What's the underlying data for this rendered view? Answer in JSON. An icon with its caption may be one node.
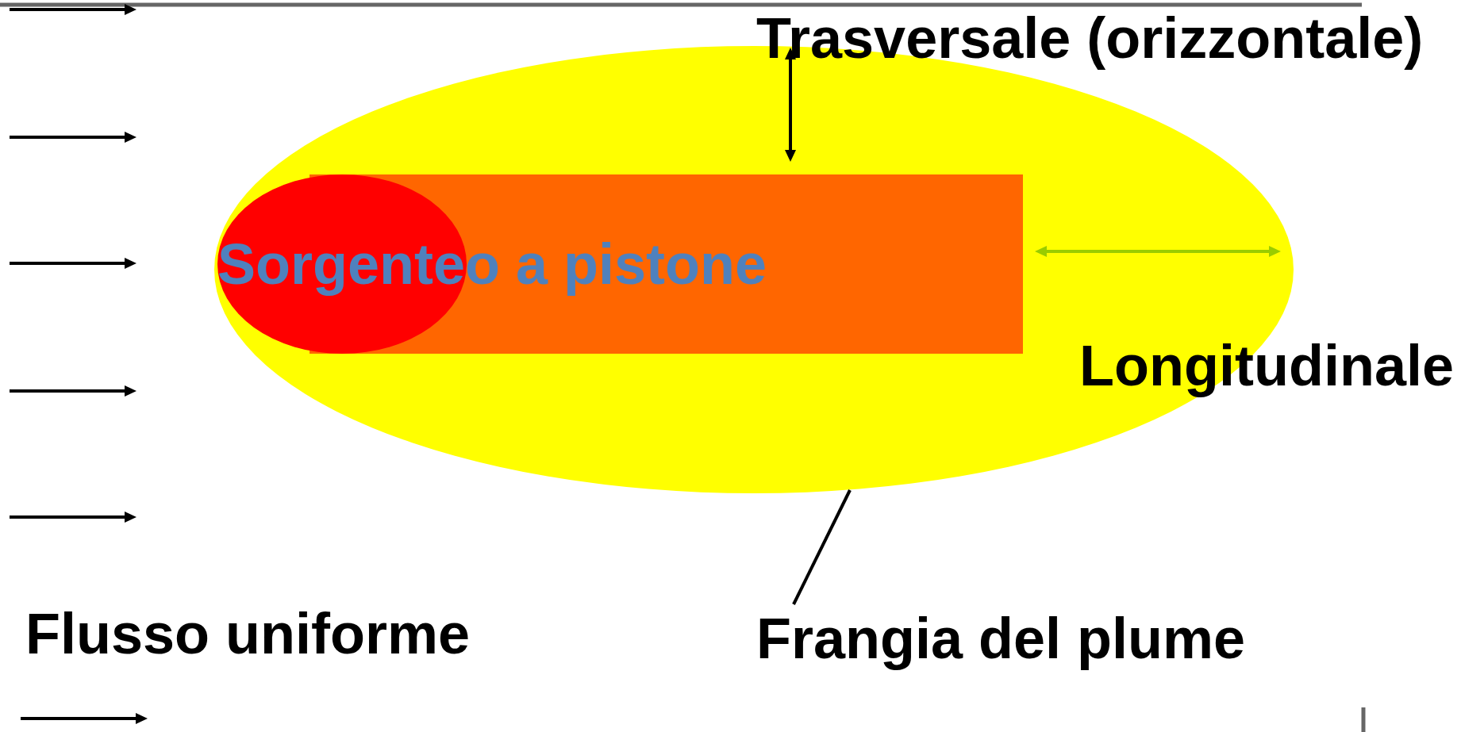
{
  "diagram": {
    "nodes": [
      {
        "text": [],
        "shape": "ellipse"
      },
      {
        "text": [
          "Sorgenteo a pistone"
        ],
        "in": 0
      },
      {
        "text": [
          "Frangia del plume"
        ]
      }
    ],
    "edges": [
      {
        "from": 2,
        "to": 0,
        "arrow": "none"
      }
    ],
    "labels": [
      "Trasversale (orizzontale)",
      "Longitudinale",
      "Flusso uniforme"
    ]
  }
}
